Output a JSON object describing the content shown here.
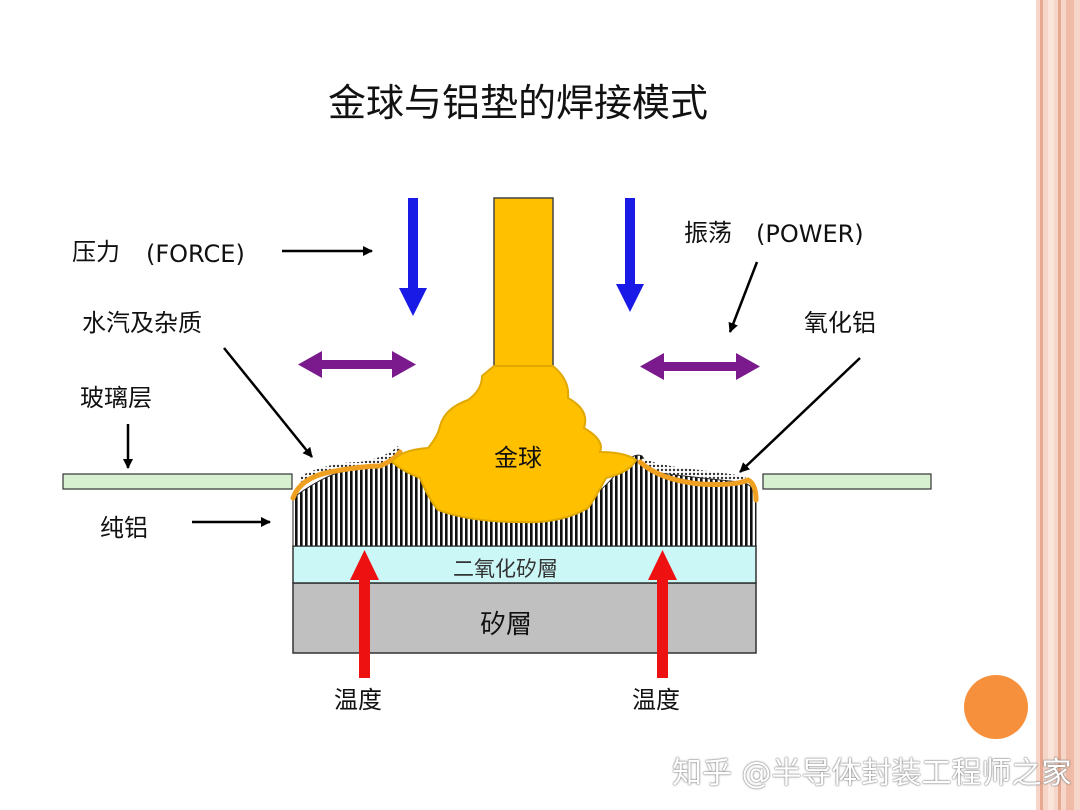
{
  "title": "金球与铝垫的焊接模式",
  "labels": {
    "force": "压力",
    "force_en": "(FORCE)",
    "power": "振荡",
    "power_en": "(POWER)",
    "moisture": "水汽及杂质",
    "glass": "玻璃层",
    "pure_al": "纯铝",
    "alumina": "氧化铝",
    "gold_ball": "金球",
    "sio2": "二氧化矽層",
    "silicon": "矽層",
    "temp_left": "温度",
    "temp_right": "温度"
  },
  "watermark": "知乎 @半导体封装工程师之家",
  "colors": {
    "gold": "#FFC000",
    "gold_outline": "#E0A800",
    "force_arrow": "#1a1ae6",
    "power_arrow": "#7a1a8c",
    "heat_arrow": "#ee1111",
    "sio2": "#ccf7f7",
    "silicon": "#c0c0c0",
    "glass": "#d6f0d0",
    "right_border": "#f3c9b8",
    "circle": "#f6903c"
  }
}
